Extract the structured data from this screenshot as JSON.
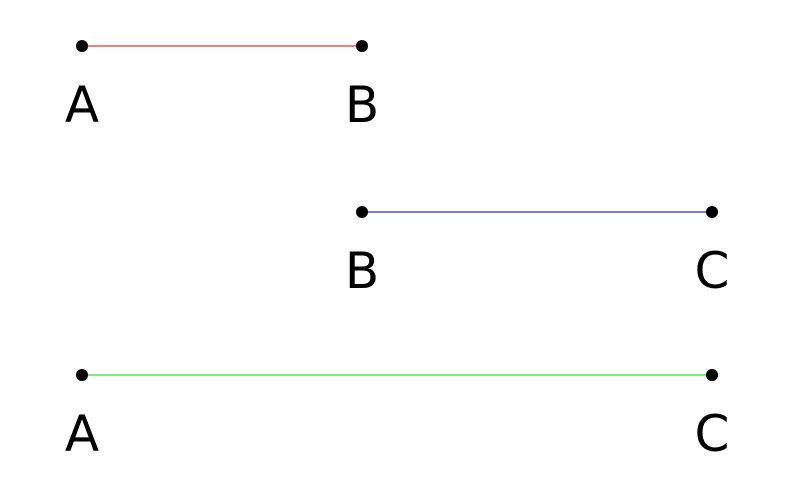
{
  "segments": [
    {
      "color": "#e03030",
      "start": {
        "label": "A"
      },
      "end": {
        "label": "B"
      }
    },
    {
      "color": "#2a2ad0",
      "start": {
        "label": "B"
      },
      "end": {
        "label": "C"
      }
    },
    {
      "color": "#33dd33",
      "start": {
        "label": "A"
      },
      "end": {
        "label": "C"
      }
    }
  ],
  "point_color": "#000000"
}
